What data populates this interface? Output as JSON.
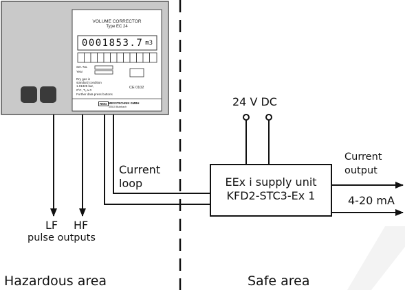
{
  "device": {
    "title": "VOLUME CORRECTOR",
    "type": "Type EC 24",
    "display_value": "0001853.7",
    "display_unit": "m3",
    "labels": {
      "ser_no": "Ser.-No.",
      "year": "Year",
      "dry_gas": "Dry gas in",
      "standard": "standard condition",
      "pressure": "1.01325 bar,",
      "temp": "0°C,  T₀ ≥ 0",
      "further": "Further data press buttons",
      "ce": "CE 0102"
    },
    "manufacturer": "MESSTECHNIK GMBH",
    "manufacturer_logo": "RMG",
    "manufacturer_city": "35510 Butzbach"
  },
  "labels": {
    "supply_voltage": "24 V DC",
    "current_loop_1": "Current",
    "current_loop_2": "loop",
    "supply_unit_1": "EEx i supply unit",
    "supply_unit_2": "KFD2-STC3-Ex 1",
    "current_output_1": "Current",
    "current_output_2": "output",
    "current_range": "4-20 mA",
    "lf": "LF",
    "hf": "HF",
    "pulse_outputs": "pulse outputs",
    "hazardous_area": "Hazardous area",
    "safe_area": "Safe area"
  }
}
